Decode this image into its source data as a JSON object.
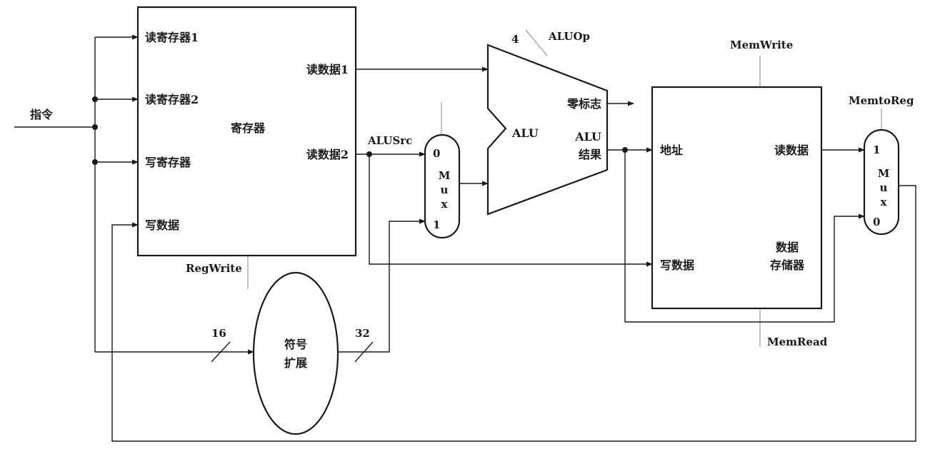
{
  "instruction_label": "指令",
  "register_file": {
    "read_reg1": "读寄存器1",
    "read_reg2": "读寄存器2",
    "write_reg": "写寄存器",
    "write_data": "写数据",
    "title": "寄存器",
    "read_data1": "读数据1",
    "read_data2": "读数据2",
    "control": "RegWrite"
  },
  "sign_extend": {
    "line1": "符号",
    "line2": "扩展",
    "in_width": "16",
    "out_width": "32"
  },
  "alu_mux": {
    "control": "ALUSrc",
    "in0": "0",
    "in1": "1",
    "letter_m": "M",
    "letter_u": "u",
    "letter_x": "x"
  },
  "alu": {
    "label": "ALU",
    "control": "ALUOp",
    "control_width": "4",
    "zero": "零标志",
    "result_line1": "ALU",
    "result_line2": "结果"
  },
  "data_memory": {
    "address": "地址",
    "read_data": "读数据",
    "write_data": "写数据",
    "title_line1": "数据",
    "title_line2": "存储器",
    "write_control": "MemWrite",
    "read_control": "MemRead"
  },
  "mem_mux": {
    "control": "MemtoReg",
    "in1": "1",
    "in0": "0",
    "letter_m": "M",
    "letter_u": "u",
    "letter_x": "x"
  }
}
